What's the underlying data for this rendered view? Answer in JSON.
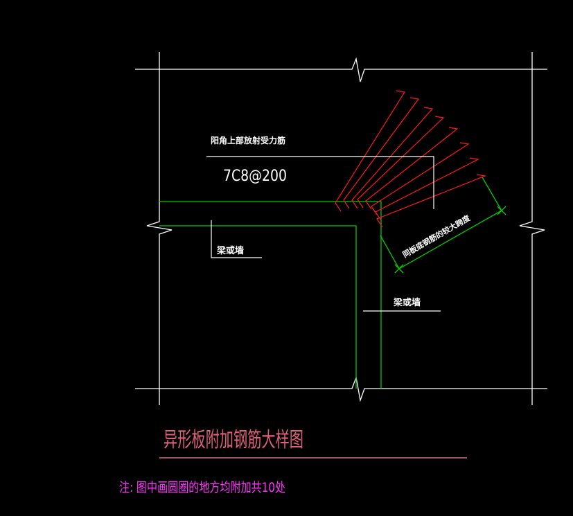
{
  "labels": {
    "corner_rebar": "阳角上部放射受力筋",
    "rebar_spec": "7C8@200",
    "beam_wall_1": "梁或墙",
    "beam_wall_2": "梁或墙",
    "span_note": "同板底钢筋的较大跨度",
    "title": "异形板附加钢筋大样图",
    "note": "注: 图中画圆圈的地方均附加共10处"
  },
  "colors": {
    "background": "#000000",
    "outline": "#ffffff",
    "slab_edge": "#00cc00",
    "radial_bars": "#ff1a1a",
    "title": "#e0607a",
    "title_underline": "#d07080",
    "note": "#ff33ff"
  }
}
